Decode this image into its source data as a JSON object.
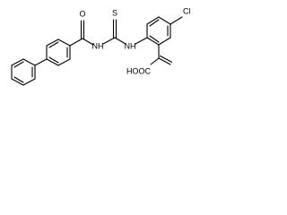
{
  "molecule": {
    "labels": {
      "carbonyl_oxygen": "O",
      "thiourea_sulfur": "S",
      "amide_nh": "NH",
      "thiourea_nh": "NH",
      "chlorine": "Cl",
      "carboxylic_acid": "HOOC"
    }
  }
}
